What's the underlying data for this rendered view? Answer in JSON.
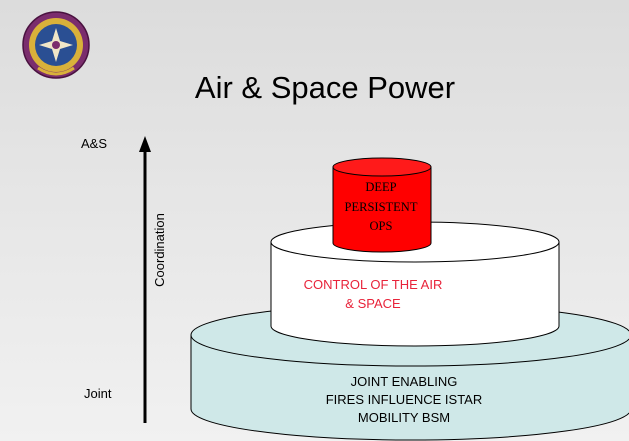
{
  "title": "Air & Space Power",
  "axis": {
    "top_label": "A&S",
    "bottom_label": "Joint",
    "vertical_label": "Coordination"
  },
  "tiers": {
    "base": {
      "lines": [
        "JOINT ENABLING",
        "FIRES INFLUENCE ISTAR",
        "MOBILITY BSM"
      ],
      "color": "#cfe8e8"
    },
    "middle": {
      "lines": [
        "CONTROL OF THE AIR",
        "& SPACE"
      ],
      "color": "#ffffff",
      "text_color": "#e8233a"
    },
    "top": {
      "lines": [
        "DEEP",
        "PERSISTENT",
        "OPS"
      ],
      "color": "#ff0000"
    }
  },
  "logo": {
    "name": "seal-logo",
    "colors": [
      "#7b2d6d",
      "#d9b13a",
      "#2a4f93"
    ]
  }
}
